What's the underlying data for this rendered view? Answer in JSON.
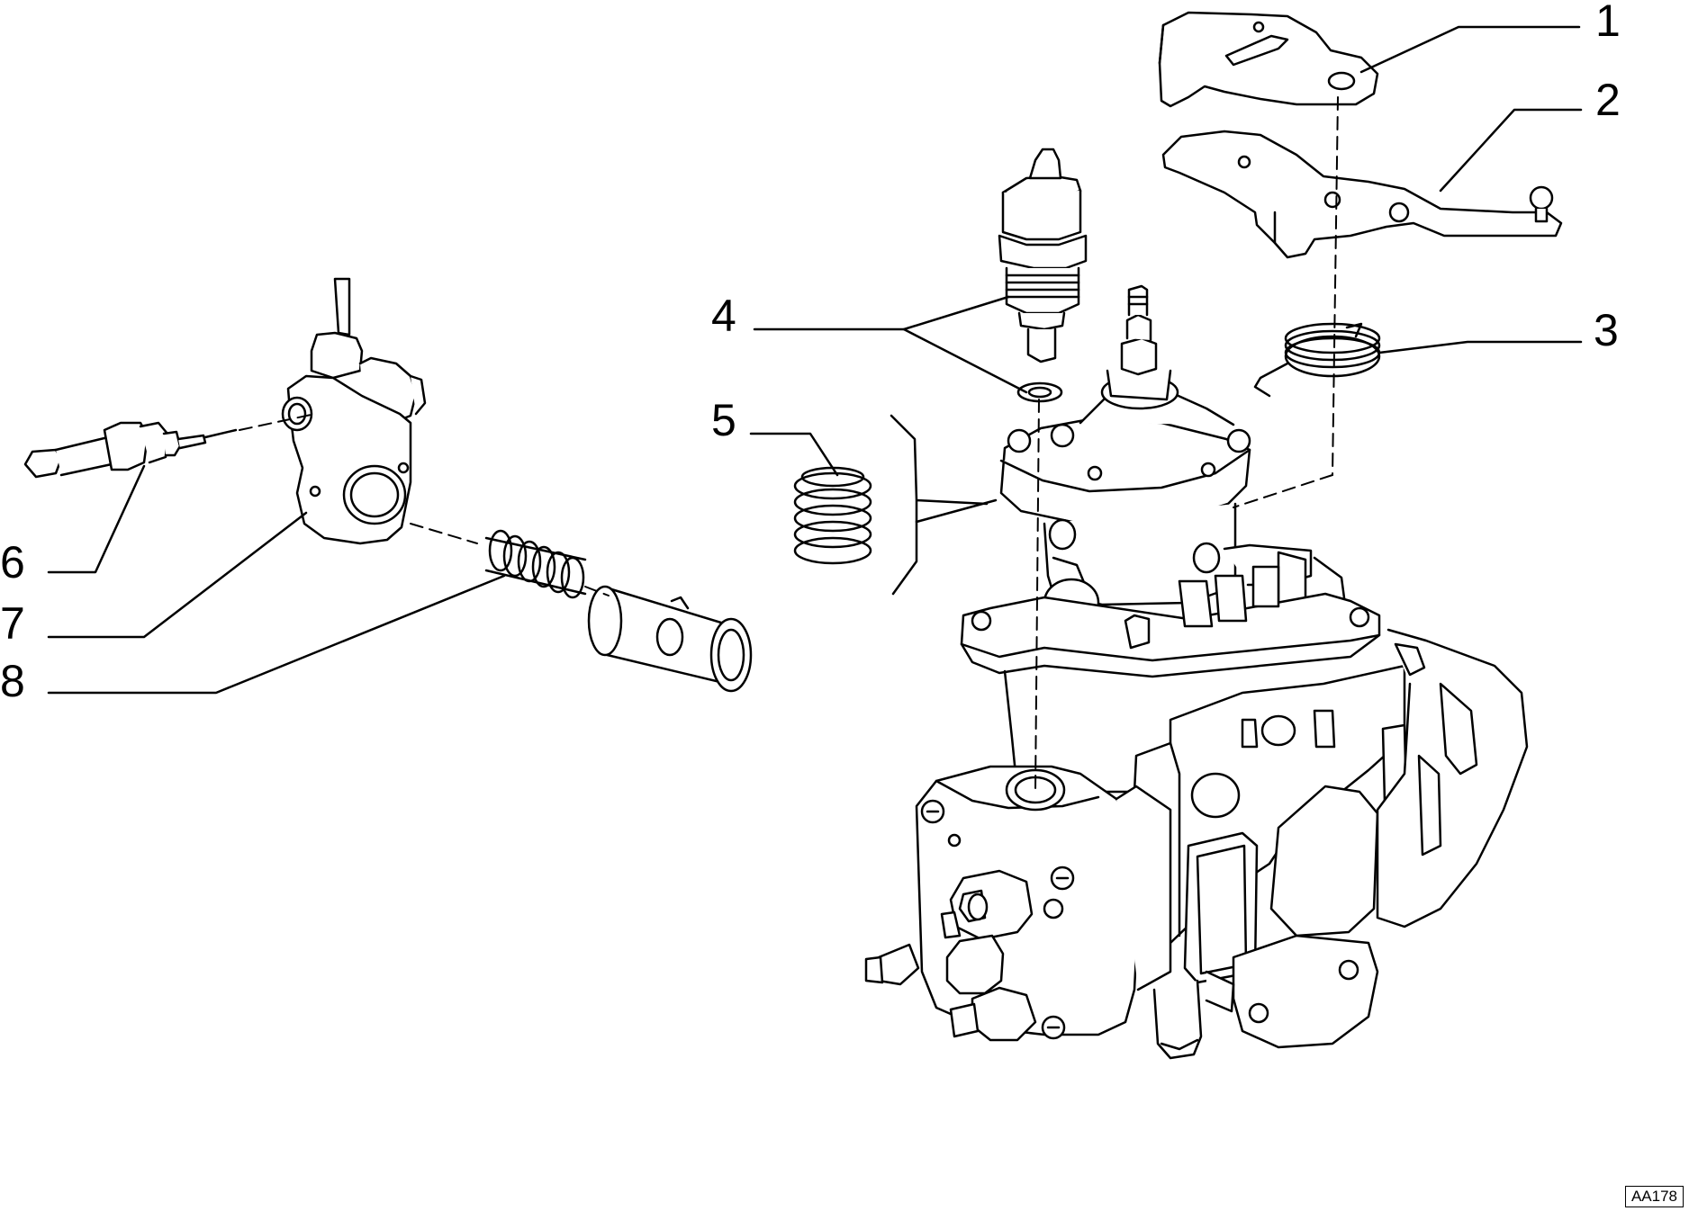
{
  "diagram": {
    "callouts": [
      "1",
      "2",
      "3",
      "4",
      "5",
      "6",
      "7",
      "8"
    ],
    "reference_code": "AA178"
  }
}
